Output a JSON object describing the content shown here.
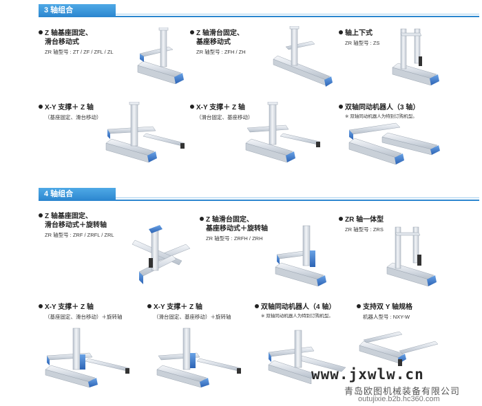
{
  "sections": {
    "three_axis": {
      "title": "3 轴组合"
    },
    "four_axis": {
      "title": "4 轴组合"
    }
  },
  "three": {
    "a": {
      "title1": "Z 轴基座固定、",
      "title2": "滑台移动式",
      "sub": "ZR 轴型号 : ZT / ZF / ZFL / ZL"
    },
    "b": {
      "title1": "Z 轴滑台固定、",
      "title2": "基座移动式",
      "sub": "ZR 轴型号 : ZFH / ZH"
    },
    "c": {
      "title1": "轴上下式",
      "sub": "ZR 轴型号 : ZS"
    },
    "d": {
      "title1": "X-Y 支撑＋ Z 轴",
      "sub": "（基座固定、滑台移动）"
    },
    "e": {
      "title1": "X-Y 支撑＋ Z 轴",
      "sub": "（滑台固定、基座移动）"
    },
    "f": {
      "title1": "双轴同动机器人（3 轴）",
      "note": "※ 双轴同动机器人为特别订购机型。"
    }
  },
  "four": {
    "a": {
      "title1": "Z 轴基座固定、",
      "title2": "滑台移动式＋旋转轴",
      "sub": "ZR 轴型号 : ZRF / ZRFL / ZRL"
    },
    "b": {
      "title1": "Z 轴滑台固定、",
      "title2": "基座移动式＋旋转轴",
      "sub": "ZR 轴型号 : ZRFH / ZRH"
    },
    "c": {
      "title1": "ZR 轴一体型",
      "sub": "ZR 轴型号 : ZRS"
    },
    "d": {
      "title1": "X-Y 支撑＋ Z 轴",
      "sub": "（基座固定、滑台移动）＋旋转轴"
    },
    "e": {
      "title1": "X-Y 支撑＋ Z 轴",
      "sub": "（滑台固定、基座移动）＋旋转轴"
    },
    "f": {
      "title1": "双轴同动机器人（4 轴）",
      "note": "※ 双轴同动机器人为特别订购机型。"
    },
    "g": {
      "title1": "支持双 Y 轴规格",
      "sub": "机器人型号 : NXY-W"
    }
  },
  "watermark": {
    "url": "www.jxwlw.cn",
    "company": "青岛欧图机械装备有限公司",
    "site": "outujixie.b2b.hc360.com"
  },
  "colors": {
    "section_blue": "#2b86cf",
    "actuator_silver": "#dde3ea",
    "actuator_blue": "#3b78c9"
  }
}
